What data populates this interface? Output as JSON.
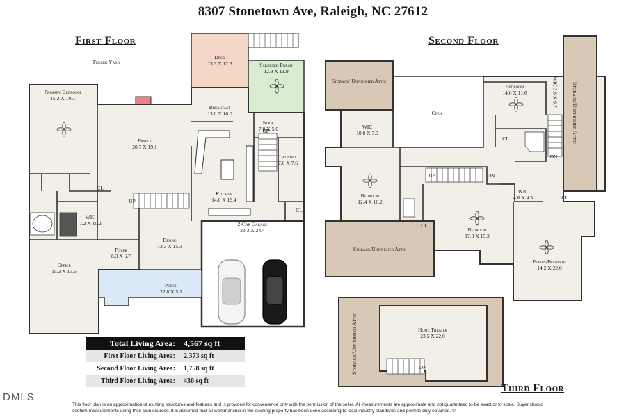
{
  "title": "8307 Stonetown Ave, Raleigh, NC 27612",
  "headings": {
    "first_floor": "First Floor",
    "second_floor": "Second Floor",
    "third_floor": "Third Floor"
  },
  "first_floor": {
    "fenced_yard": "Fenced Yard",
    "primary_bedroom": {
      "name": "Primary Bedroom",
      "dims": "15.2 X 19.3"
    },
    "deck": {
      "name": "Deck",
      "dims": "13.3 X 12.3"
    },
    "screened_porch": {
      "name": "Screened Porch",
      "dims": "12.9 X 11.9"
    },
    "breakfast": {
      "name": "Breakfast",
      "dims": "13.0 X 10.0"
    },
    "nook": {
      "name": "Nook",
      "dims": "7.0 X 5.0"
    },
    "family": {
      "name": "Family",
      "dims": "20.7 X 19.1"
    },
    "laundry": {
      "name": "Laundry",
      "dims": "7.0 X 7.6"
    },
    "kitchen": {
      "name": "Kitchen",
      "dims": "14.0 X 19.4"
    },
    "wic": {
      "name": "WIC",
      "dims": "7.2 X 10.2"
    },
    "cl_1": "CL",
    "cl_2": "CL",
    "up_1": "UP",
    "up_2": "UP",
    "garage": {
      "name": "2-Car Garage",
      "dims": "23.3 X 24.4"
    },
    "office": {
      "name": "Office",
      "dims": "15.3 X 13.6"
    },
    "foyer": {
      "name": "Foyer",
      "dims": "8.3 X 6.7"
    },
    "dining": {
      "name": "Dining",
      "dims": "13.3 X 15.3"
    },
    "porch": {
      "name": "Porch",
      "dims": "22.8 X 5.1"
    }
  },
  "second_floor": {
    "storage_attic_top": "Storage/ Unfinished Attic",
    "open": "Open",
    "wic_left": {
      "name": "WIC",
      "dims": "10.0 X 7.9"
    },
    "bedroom_top": {
      "name": "Bedroom",
      "dims": "14.0 X 11.6"
    },
    "wic_top": {
      "name": "WIC",
      "dims": "3.6 X 6.7"
    },
    "storage_attic_right": "Storage/Unfinished Attic",
    "cl_a": "CL",
    "dn_a": "DN",
    "up": "UP",
    "dn_b": "DN",
    "bedroom_left": {
      "name": "Bedroom",
      "dims": "12.4 X 16.2"
    },
    "wic_mid": {
      "name": "WIC",
      "dims": "4.6 X 4.3"
    },
    "cl_b": "CL",
    "cl_c": "CL",
    "storage_attic_bottom": "Storage/Unfinished Attic",
    "bedroom_center": {
      "name": "Bedroom",
      "dims": "17.8 X 15.3"
    },
    "bonus": {
      "name": "Bonus/Bedroom",
      "dims": "14.2 X 22.0"
    }
  },
  "third_floor": {
    "storage_attic": "Storage/Unfinished Attic",
    "home_theater": {
      "name": "Home Theater",
      "dims": "23.5 X 22.0"
    },
    "dn": "DN"
  },
  "area_table": [
    {
      "label": "Total Living Area:",
      "value": "4,567 sq ft"
    },
    {
      "label": "First Floor Living Area:",
      "value": "2,373 sq ft"
    },
    {
      "label": "Second Floor Living Area:",
      "value": "1,758 sq ft"
    },
    {
      "label": "Third Floor Living Area:",
      "value": "436 sq ft"
    }
  ],
  "logo": "DMLS",
  "disclaimer": "This floor plan is an approximation of existing structures and features and is provided for convenience only with the permission of the seller.  All measurements are approximate and not guaranteed to be exact or to scale.  Buyer should confirm measurements using their own sources.  It is assumed that all workmanship in the existing property has been done according to local industry standards and permits duly obtained.  ©",
  "colors": {
    "room_fill": "#f2efe8",
    "attic_fill": "#d8c8b6",
    "deck_fill": "#f5d7c8",
    "screened_porch_fill": "#d9ecd0",
    "porch_fill": "#dbe8f5",
    "garage_fill": "#ffffff",
    "fireplace": "#f08080",
    "wall": "#333333"
  }
}
